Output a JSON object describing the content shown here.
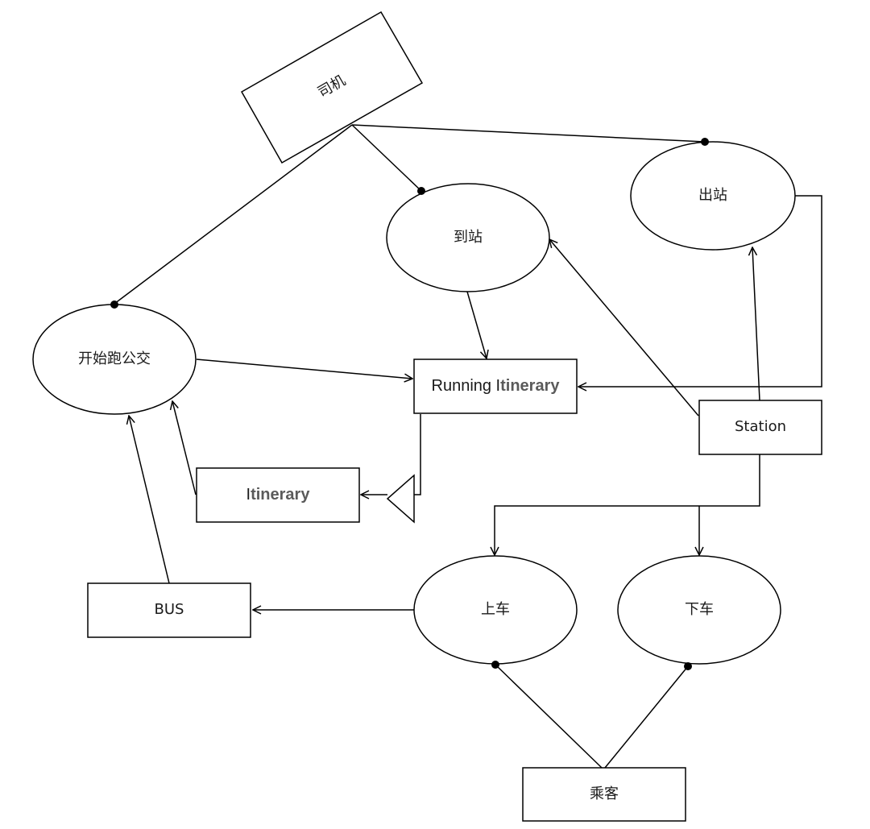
{
  "diagram": {
    "actors": {
      "driver": "司机",
      "passenger": "乘客"
    },
    "use_cases": {
      "start_bus": "开始跑公交",
      "arrive_station": "到站",
      "depart_station": "出站",
      "board": "上车",
      "alight": "下车"
    },
    "classes": {
      "running_itinerary_prefix": "Running I",
      "running_itinerary_suffix": "tinerary",
      "itinerary_prefix": "I",
      "itinerary_suffix": "tinerary",
      "station": "Station",
      "bus": "BUS"
    }
  }
}
